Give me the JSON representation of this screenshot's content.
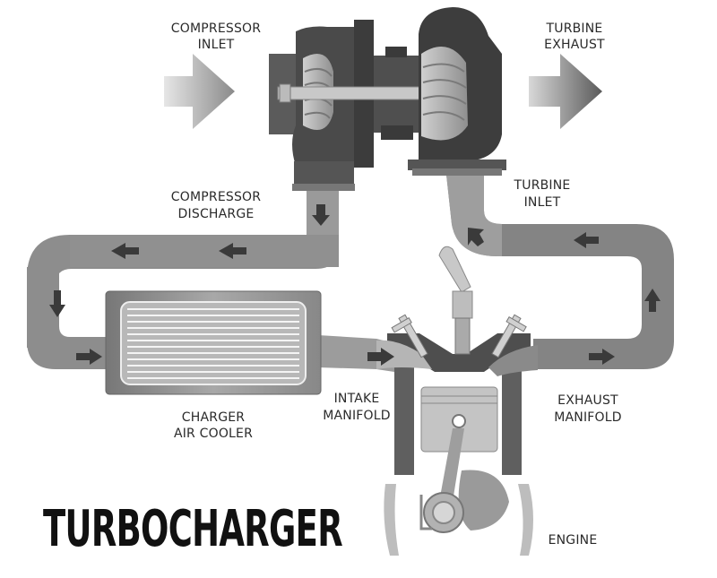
{
  "title": "TURBOCHARGER",
  "labels": {
    "compressor_inlet": [
      "COMPRESSOR",
      "INLET"
    ],
    "turbine_exhaust": [
      "TURBINE",
      "EXHAUST"
    ],
    "compressor_discharge": [
      "COMPRESSOR",
      "DISCHARGE"
    ],
    "turbine_inlet": [
      "TURBINE",
      "INLET"
    ],
    "charger_air_cooler": [
      "CHARGER",
      "AIR COOLER"
    ],
    "intake_manifold": [
      "INTAKE",
      "MANIFOLD"
    ],
    "exhaust_manifold": [
      "EXHAUST",
      "MANIFOLD"
    ],
    "engine": "ENGINE"
  },
  "icons": {
    "flow_arrow": "arrow-icon",
    "big_arrow": "big-flow-arrow-icon"
  },
  "colors": {
    "pipe": "#8c8c8c",
    "pipe_dark": "#6e6e6e",
    "housing_dark": "#3d3d3d",
    "housing_mid": "#595959",
    "cooler": "#9a9a9a",
    "text": "#2a2a2a"
  }
}
